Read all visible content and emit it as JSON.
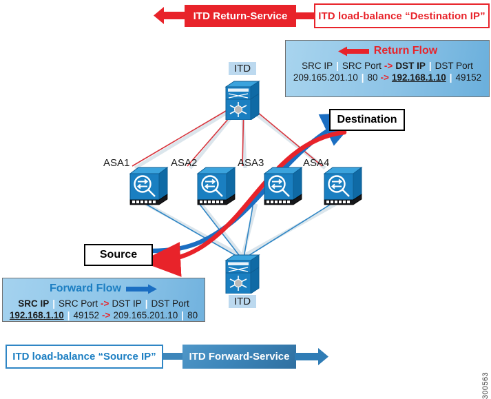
{
  "diagram": {
    "doc_id": "300563"
  },
  "top_banner": {
    "service_label": "ITD Return-Service",
    "loadbalance_label": "ITD load-balance “Destination IP”",
    "arrow_direction": "left",
    "color": "#e8232a"
  },
  "bottom_banner": {
    "loadbalance_label": "ITD load-balance “Source IP”",
    "service_label": "ITD Forward-Service",
    "arrow_direction": "right",
    "color": "#2f86c5"
  },
  "return_flow": {
    "title": "Return Flow",
    "arrow_direction": "left",
    "title_color": "#e8232a",
    "headers": [
      "SRC IP",
      "SRC Port",
      "DST IP",
      "DST Port"
    ],
    "header_emphasis": [
      false,
      false,
      true,
      false
    ],
    "values": [
      "209.165.201.10",
      "80",
      "192.168.1.10",
      "49152"
    ],
    "value_emphasis": [
      false,
      false,
      true,
      false
    ],
    "arrow_token": "->"
  },
  "forward_flow": {
    "title": "Forward Flow",
    "arrow_direction": "right",
    "title_color": "#1b7ec2",
    "headers": [
      "SRC IP",
      "SRC Port",
      "DST IP",
      "DST Port"
    ],
    "header_emphasis": [
      true,
      false,
      false,
      false
    ],
    "values": [
      "192.168.1.10",
      "49152",
      "209.165.201.10",
      "80"
    ],
    "value_emphasis": [
      true,
      false,
      false,
      false
    ],
    "arrow_token": "->"
  },
  "endpoints": {
    "destination": "Destination",
    "source": "Source"
  },
  "devices": {
    "itd_top": "ITD",
    "itd_bottom": "ITD",
    "asa": [
      "ASA1",
      "ASA2",
      "ASA3",
      "ASA4"
    ]
  },
  "flows": {
    "forward_color": "#1b6ec2",
    "return_color": "#e8232a",
    "forward_desc": "Source to Destination thick blue curve",
    "return_desc": "Destination to Source thick red curve"
  }
}
